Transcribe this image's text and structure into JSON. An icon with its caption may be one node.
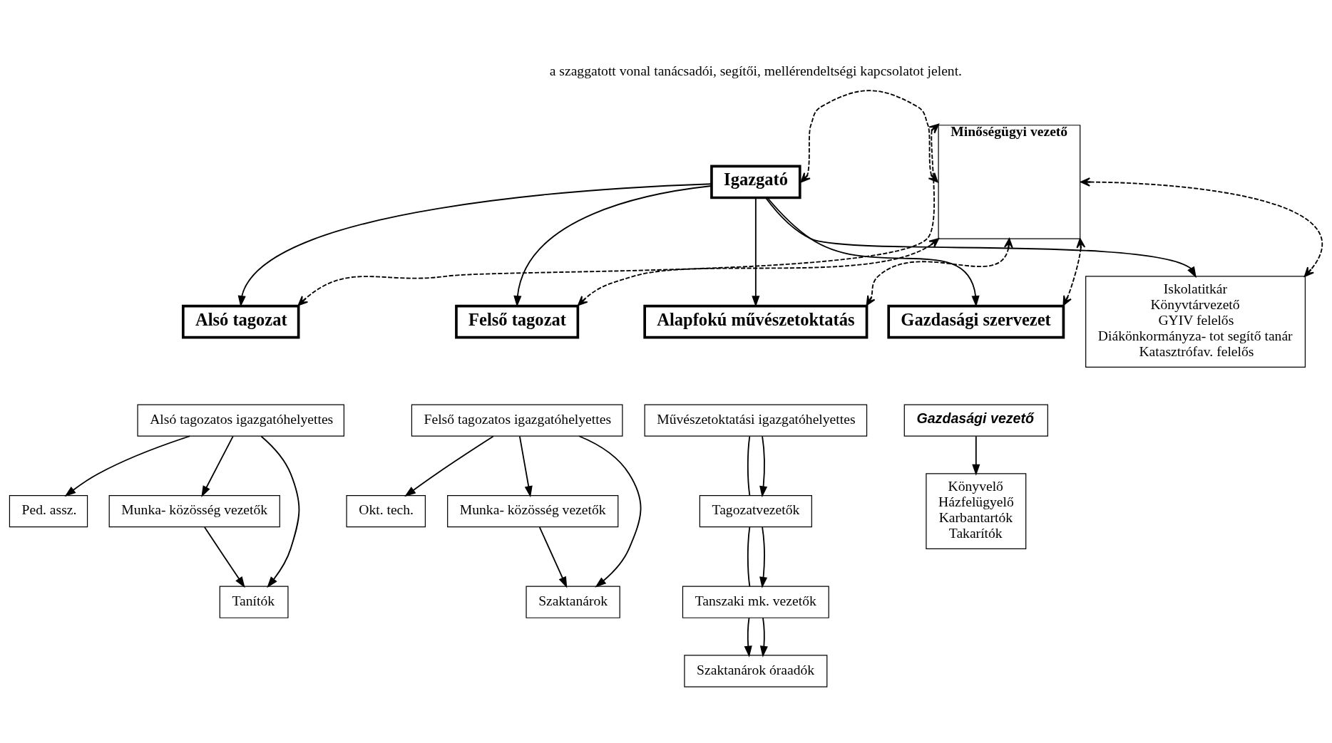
{
  "diagram": {
    "nodes": [
      {
        "text": [
          "Igazgató"
        ]
      },
      {
        "text": [
          "Minőségügyi vezető"
        ]
      },
      {
        "text": [
          "Alsó tagozat"
        ]
      },
      {
        "text": [
          "Alsó tagozatos igazgatóhelyettes"
        ]
      },
      {
        "text": [
          "Felső tagozat"
        ]
      },
      {
        "text": [
          "Felső tagozatos igazgatóhelyettes"
        ]
      },
      {
        "text": [
          "Alapfokú művészetoktatás"
        ]
      },
      {
        "text": [
          "Művészetoktatási igazgatóhelyettes"
        ]
      },
      {
        "text": [
          "Gazdasági szervezet"
        ]
      },
      {
        "text": [
          "Gazdasági vezető"
        ]
      },
      {
        "text": [
          "Iskolatitkár",
          "Könyvtárvezető",
          "GYIV felelős",
          "Diákönkormányza- tot segítő tanár",
          "Katasztrófav. felelős"
        ]
      },
      {
        "text": [
          "Ped. assz."
        ]
      },
      {
        "text": [
          "Munka- közösség vezetők"
        ]
      },
      {
        "text": [
          "Tanítók"
        ]
      },
      {
        "text": [
          "Okt. tech."
        ]
      },
      {
        "text": [
          "Munka- közösség vezetők"
        ]
      },
      {
        "text": [
          "Szaktanárok"
        ]
      },
      {
        "text": [
          "Tagozatvezetők"
        ]
      },
      {
        "text": [
          "Tanszaki mk. vezetők"
        ]
      },
      {
        "text": [
          "Szaktanárok óraadók"
        ]
      },
      {
        "text": [
          "Könyvelő",
          "Házfelügyelő",
          "Karbantartók",
          "Takarítók"
        ]
      }
    ],
    "edges": [
      {
        "from": 0,
        "to": 2,
        "arrow": "to"
      },
      {
        "from": 0,
        "to": 4,
        "arrow": "to"
      },
      {
        "from": 0,
        "to": 6,
        "arrow": "to"
      },
      {
        "from": 0,
        "to": 8,
        "arrow": "to"
      },
      {
        "from": 0,
        "to": 10,
        "arrow": "to"
      },
      {
        "from": 1,
        "to": 0,
        "arrow": "both",
        "style": "dashed"
      },
      {
        "from": 1,
        "to": 2,
        "arrow": "both",
        "style": "dashed"
      },
      {
        "from": 1,
        "to": 4,
        "arrow": "both",
        "style": "dashed"
      },
      {
        "from": 1,
        "to": 6,
        "arrow": "both",
        "style": "dashed"
      },
      {
        "from": 1,
        "to": 8,
        "arrow": "both",
        "style": "dashed"
      },
      {
        "from": 1,
        "to": 10,
        "arrow": "both",
        "style": "dashed"
      },
      {
        "from": 3,
        "to": 11,
        "arrow": "to"
      },
      {
        "from": 3,
        "to": 12,
        "arrow": "to"
      },
      {
        "from": 3,
        "to": 13,
        "arrow": "to"
      },
      {
        "from": 12,
        "to": 13,
        "arrow": "to"
      },
      {
        "from": 5,
        "to": 14,
        "arrow": "to"
      },
      {
        "from": 5,
        "to": 15,
        "arrow": "to"
      },
      {
        "from": 5,
        "to": 16,
        "arrow": "to"
      },
      {
        "from": 15,
        "to": 16,
        "arrow": "to"
      },
      {
        "from": 7,
        "to": 17,
        "arrow": "none"
      },
      {
        "from": 7,
        "to": 17,
        "arrow": "to"
      },
      {
        "from": 17,
        "to": 18,
        "arrow": "none"
      },
      {
        "from": 17,
        "to": 18,
        "arrow": "to"
      },
      {
        "from": 18,
        "to": 19,
        "arrow": "to"
      },
      {
        "from": 18,
        "to": 19,
        "arrow": "to"
      },
      {
        "from": 9,
        "to": 20,
        "arrow": "to"
      }
    ],
    "labels": [
      "a szaggatott vonal tanácsadói, segítői, mellérendeltségi kapcsolatot jelent."
    ]
  }
}
